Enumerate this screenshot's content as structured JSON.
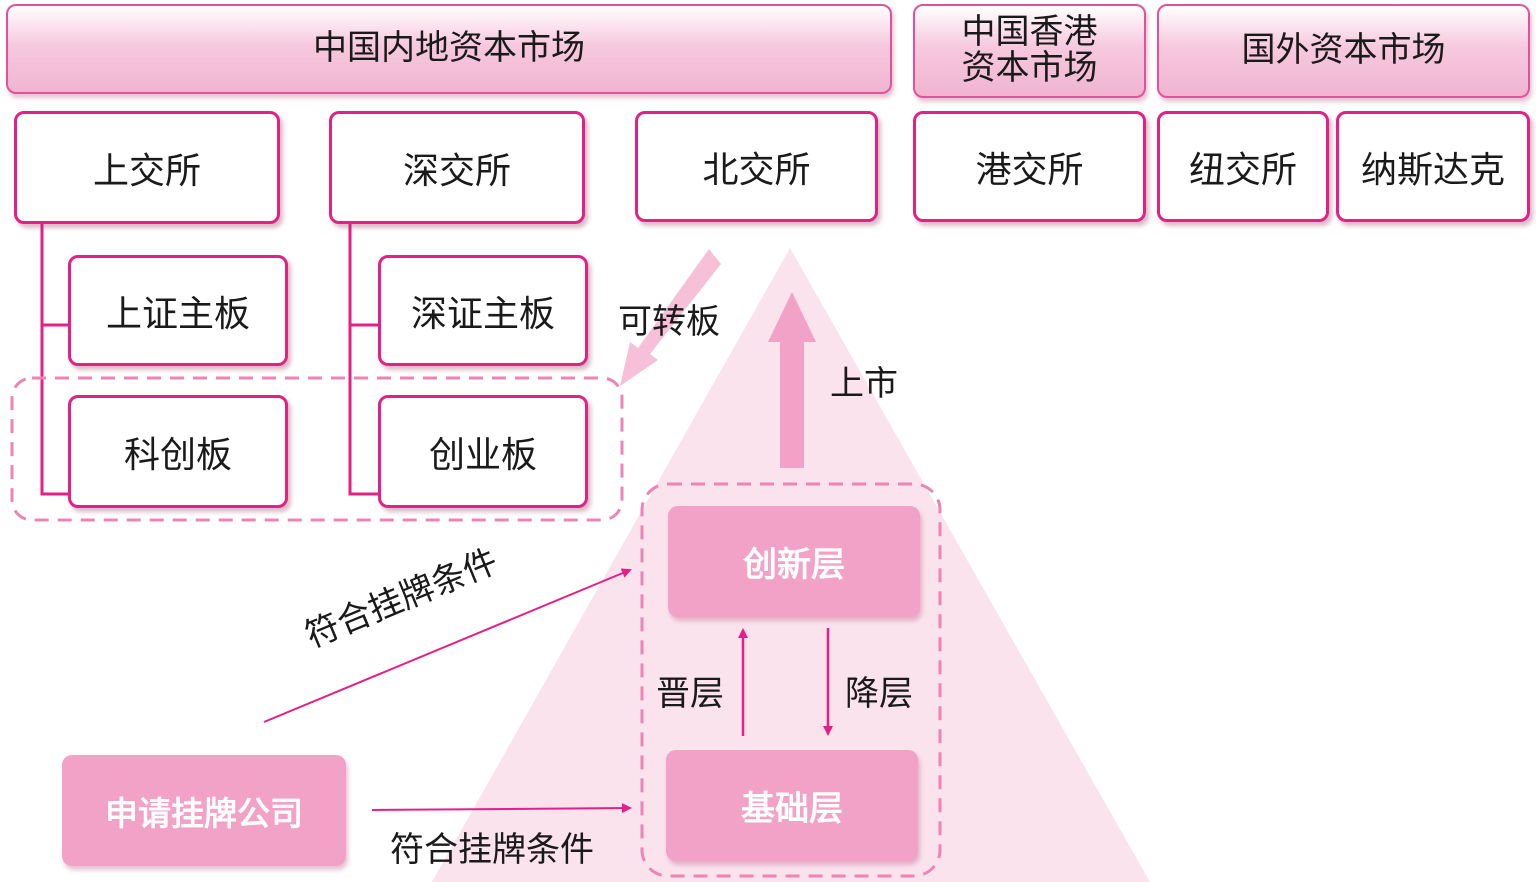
{
  "markets": {
    "mainland": "中国内地资本市场",
    "hongkong_line1": "中国香港",
    "hongkong_line2": "资本市场",
    "foreign": "国外资本市场"
  },
  "exchanges": {
    "sse": "上交所",
    "szse": "深交所",
    "bse": "北交所",
    "hkex": "港交所",
    "nyse": "纽交所",
    "nasdaq": "纳斯达克"
  },
  "boards": {
    "sse_main": "上证主板",
    "szse_main": "深证主板",
    "star": "科创板",
    "chinext": "创业板"
  },
  "neeq": {
    "innovation": "创新层",
    "basic": "基础层"
  },
  "applicant": "申请挂牌公司",
  "labels": {
    "transfer_board": "可转板",
    "listing": "上市",
    "promote": "晋层",
    "demote": "降层",
    "listing_condition_upper": "符合挂牌条件",
    "listing_condition_lower": "符合挂牌条件"
  },
  "colors": {
    "accent": "#e41f85",
    "fill": "#f2a2c6",
    "pyramid": "#fbe3ee",
    "dashed": "#ee84b4"
  }
}
